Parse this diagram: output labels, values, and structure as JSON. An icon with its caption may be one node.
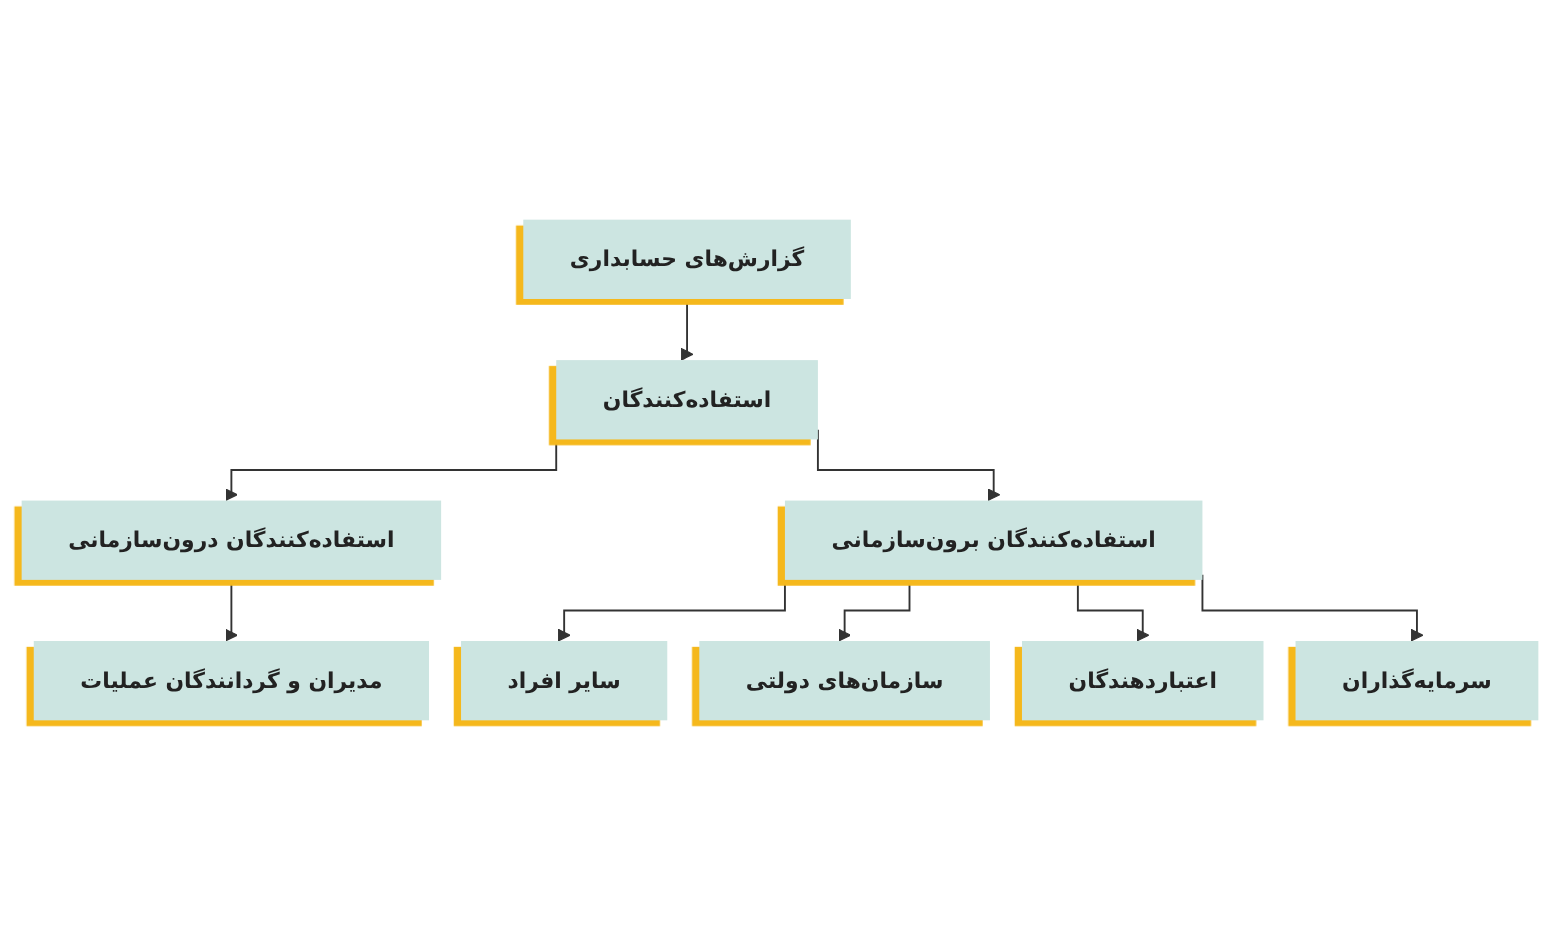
{
  "diagram": {
    "nodes": [
      {
        "text": [
          "گزارش‌های حسابداری"
        ]
      },
      {
        "text": [
          "استفاده‌کنندگان"
        ]
      },
      {
        "text": [
          "استفاده‌کنندگان برون‌سازمانی"
        ]
      },
      {
        "text": [
          "استفاده‌کنندگان درون‌سازمانی"
        ]
      },
      {
        "text": [
          "سرمایه‌گذاران"
        ]
      },
      {
        "text": [
          "اعتباردهندگان"
        ]
      },
      {
        "text": [
          "سازمان‌های دولتی"
        ]
      },
      {
        "text": [
          "سایر افراد"
        ]
      },
      {
        "text": [
          "مدیران و گردانندگان عملیات"
        ]
      }
    ],
    "edges": [
      {
        "from": 0,
        "to": 1,
        "arrow": "to"
      },
      {
        "from": 1,
        "to": 3,
        "arrow": "to"
      },
      {
        "from": 1,
        "to": 2,
        "arrow": "to"
      },
      {
        "from": 3,
        "to": 8,
        "arrow": "to"
      },
      {
        "from": 2,
        "to": 7,
        "arrow": "to"
      },
      {
        "from": 2,
        "to": 6,
        "arrow": "to"
      },
      {
        "from": 2,
        "to": 5,
        "arrow": "to"
      },
      {
        "from": 2,
        "to": 4,
        "arrow": "to"
      }
    ]
  }
}
